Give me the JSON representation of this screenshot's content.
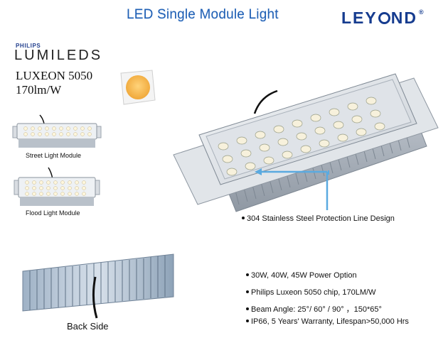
{
  "header": {
    "title": "LED Single Module Light",
    "brand": "LEY",
    "brand_tail": "ND"
  },
  "chip_info": {
    "philips": "PHILIPS",
    "lumileds": "LUMILEDS",
    "model": "LUXEON 5050",
    "efficacy": "170lm/W"
  },
  "thumbnails": [
    {
      "caption": "Street Light Module"
    },
    {
      "caption": "Flood Light Module"
    }
  ],
  "callout": {
    "text": "304 Stainless Steel Protection Line Design"
  },
  "features": [
    {
      "text": "30W, 40W, 45W Power Option"
    },
    {
      "text": "Philips Luxeon 5050 chip, 170LM/W"
    },
    {
      "text": "Beam Angle: 25°/ 60° / 90° ，150*65°"
    },
    {
      "text": "IP66, 5 Years' Warranty, Lifespan>50,000 Hrs"
    }
  ],
  "back": {
    "caption": "Back Side"
  },
  "colors": {
    "title": "#1f5fb4",
    "brand": "#163c8f",
    "callout_line": "#5aaae0"
  }
}
